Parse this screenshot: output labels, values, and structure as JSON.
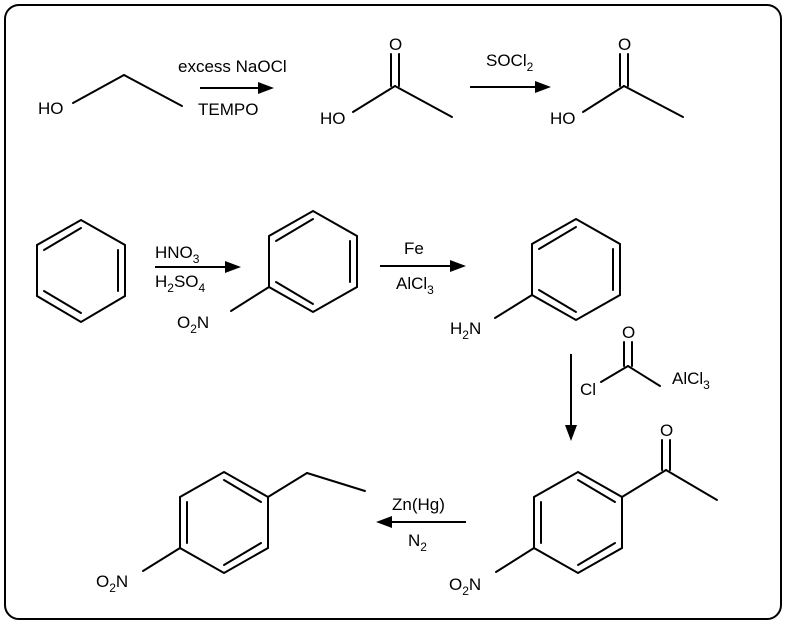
{
  "row1": {
    "ethanol": {
      "oh": "HO"
    },
    "arrow1": {
      "above": "excess NaOCl",
      "below": "TEMPO"
    },
    "acid1": {
      "o": "O",
      "oh": "HO"
    },
    "arrow2": {
      "above_main": "SOCl",
      "above_sub": "2"
    },
    "acid2": {
      "o": "O",
      "oh": "HO"
    }
  },
  "row2": {
    "arrow3": {
      "l1_main": "HNO",
      "l1_sub": "3",
      "l2_h": "H",
      "l2_h_sub": "2",
      "l2_so": "SO",
      "l2_so_sub": "4"
    },
    "nitrobenzene": {
      "o_main": "O",
      "o_sub": "2",
      "n": "N"
    },
    "arrow4": {
      "above": "Fe",
      "below_main": "AlCl",
      "below_sub": "3"
    },
    "aniline": {
      "h": "H",
      "h_sub": "2",
      "n": "N"
    }
  },
  "row3": {
    "arrow_down": {
      "cl": "Cl",
      "o": "O",
      "catalyst_main": "AlCl",
      "catalyst_sub": "3"
    },
    "ketone": {
      "o": "O",
      "o2_main": "O",
      "o2_sub": "2",
      "n": "N"
    },
    "arrow_left": {
      "above": "Zn(Hg)",
      "below_main": "N",
      "below_sub": "2"
    },
    "ethylnitrobenzene": {
      "o2_main": "O",
      "o2_sub": "2",
      "n": "N"
    }
  }
}
